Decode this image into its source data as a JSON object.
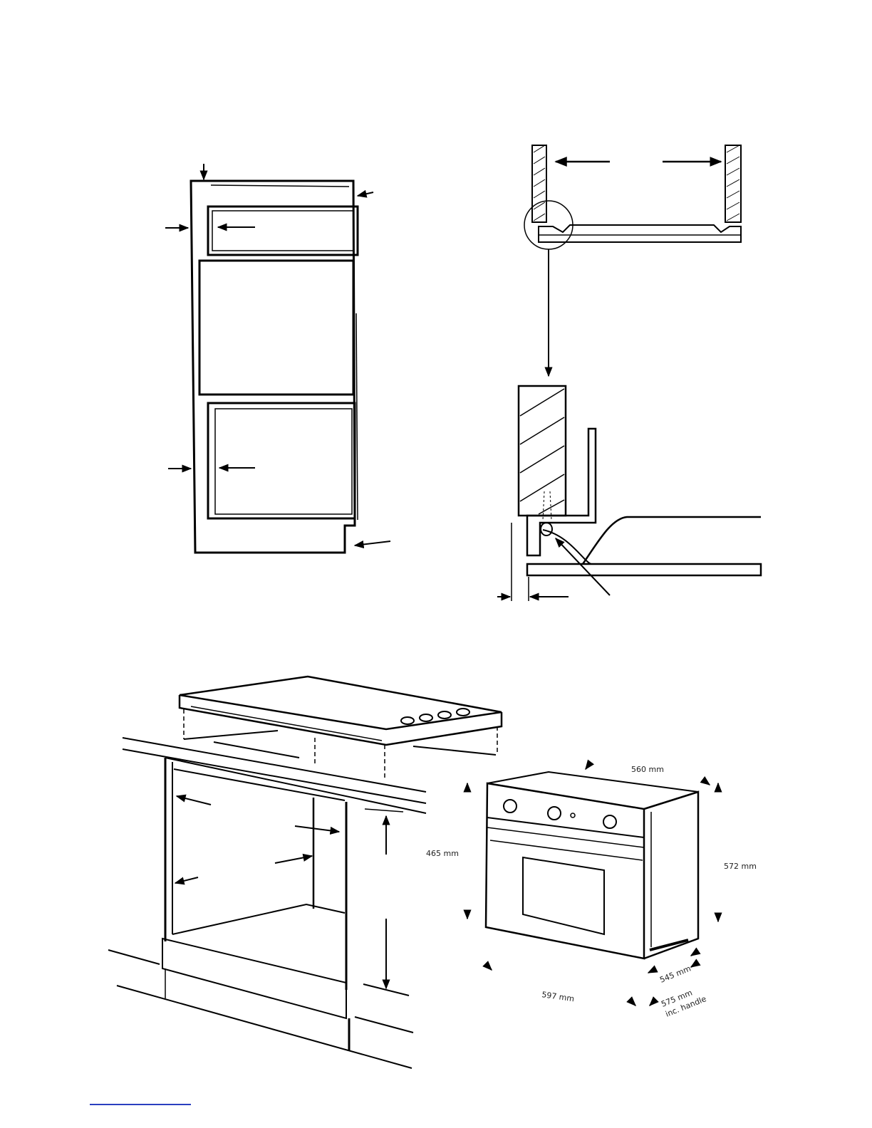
{
  "colors": {
    "ink": "#000000",
    "hatch": "#000000",
    "link": "#2a3fbf"
  },
  "oven_dimensions": {
    "top_width": "560 mm",
    "front_height": "465 mm",
    "side_height": "572 mm",
    "depth": "545 mm",
    "front_width": "597 mm",
    "depth_with_handle": "575 mm",
    "incl_handle": "inc. handle"
  }
}
